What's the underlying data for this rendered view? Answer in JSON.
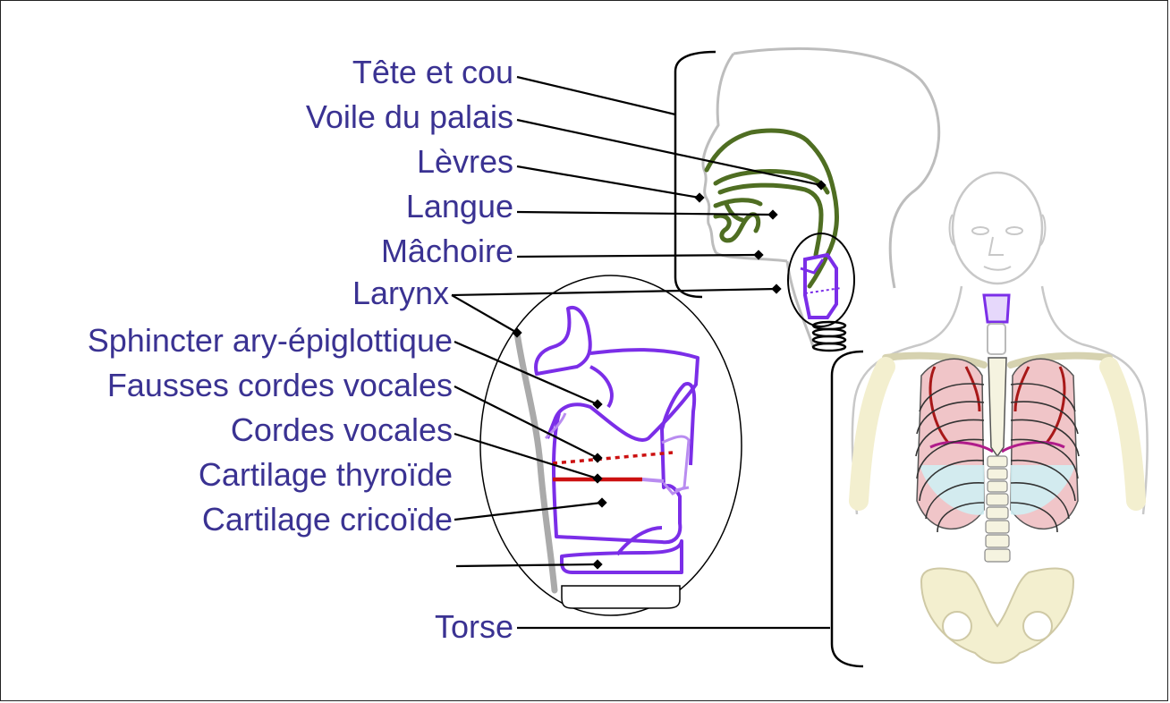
{
  "colors": {
    "label": "#3a3292",
    "leader": "#000000",
    "larynx": "#7b2ee8",
    "larynx_light": "#b98cf0",
    "tract": "#4f6e22",
    "head_outline": "#bdbdbd",
    "vocal_folds": "#cc1111",
    "bone": "#f3efcf",
    "lung_pink": "#f0c5c8",
    "lung_blue": "#cfeef3",
    "artery": "#a81818"
  },
  "labels": {
    "tete_cou": "Tête et cou",
    "voile_palais": "Voile du palais",
    "levres": "Lèvres",
    "langue": "Langue",
    "machoire": "Mâchoire",
    "larynx": "Larynx",
    "sphincter": "Sphincter ary-épiglottique",
    "fausses_cordes": "Fausses cordes vocales",
    "cordes_vocales": "Cordes vocales",
    "cartilage_thyroide": "Cartilage thyroïde",
    "cartilage_cricoide": "Cartilage cricoïde",
    "torse": "Torse"
  }
}
